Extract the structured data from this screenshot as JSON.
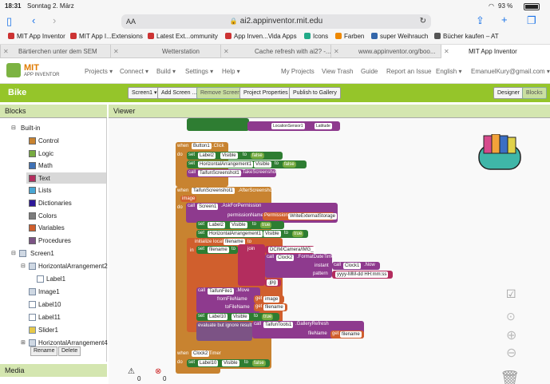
{
  "status": {
    "time": "18:31",
    "date": "Sonntag 2. März",
    "battery": "93 %"
  },
  "browser": {
    "url": "ai2.appinventor.mit.edu",
    "url_prefix_icon": "AA",
    "lock": "🔒"
  },
  "bookmarks": [
    "MIT App Inventor",
    "MIT App I...Extensions",
    "Latest Ext...ommunity",
    "App Inven...Vida Apps",
    "Icons",
    "Farben",
    "super Weihrauch",
    "Bücher kaufen – AT"
  ],
  "tabs": [
    "Bärtierchen unter dem SEM",
    "Wetterstation",
    "Cache refresh with ai2? -...",
    "www.appinventor.org/boo...",
    "MIT App Inventor"
  ],
  "logo": {
    "line1": "MIT",
    "line2": "APP INVENTOR"
  },
  "nav": {
    "projects": "Projects",
    "connect": "Connect",
    "build": "Build",
    "settings": "Settings",
    "help": "Help",
    "my_projects": "My Projects",
    "view_trash": "View Trash",
    "guide": "Guide",
    "report": "Report an Issue",
    "language": "English",
    "email": "EmanuelKury@gmail.com"
  },
  "project": {
    "name": "Bike",
    "screen_select": "Screen1 ▾",
    "add_screen": "Add Screen ...",
    "remove_screen": "Remove Screen",
    "properties": "Project Properties",
    "publish": "Publish to Gallery",
    "designer": "Designer",
    "blocks": "Blocks"
  },
  "panels": {
    "blocks": "Blocks",
    "viewer": "Viewer",
    "media": "Media"
  },
  "builtin": {
    "label": "Built-in",
    "items": [
      {
        "label": "Control",
        "color": "#c88330"
      },
      {
        "label": "Logic",
        "color": "#77ab41"
      },
      {
        "label": "Math",
        "color": "#3f71b5"
      },
      {
        "label": "Text",
        "color": "#b32d5e"
      },
      {
        "label": "Lists",
        "color": "#49a6d4"
      },
      {
        "label": "Dictionaries",
        "color": "#2d1799"
      },
      {
        "label": "Colors",
        "color": "#7d7d7d"
      },
      {
        "label": "Variables",
        "color": "#d05f2d"
      },
      {
        "label": "Procedures",
        "color": "#7c5385"
      }
    ]
  },
  "components": {
    "screen": "Screen1",
    "ha2": "HorizontalArrangement2",
    "label1": "Label1",
    "image1": "Image1",
    "label10": "Label10",
    "label11": "Label11",
    "slider1": "Slider1",
    "ha4": "HorizontalArrangement4",
    "rename": "Rename",
    "delete": "Delete"
  },
  "blocks_code": {
    "top": {
      "location_sensor": "LocationSensor1",
      "latitude": "Latitude"
    },
    "b1": {
      "when": "when",
      "comp": "Button1",
      "event": ".Click",
      "do": "do",
      "set": "set",
      "label2": "Label2",
      "visible": "Visible",
      "to": "to",
      "false1": "false",
      "ha1": "HorizontalArrangement1",
      "false2": "false",
      "call": "call",
      "taifun_ss": "TaifunScreenshot1",
      "take": ".TakeScreenshot"
    },
    "b2": {
      "when": "when",
      "comp": "TaifunScreenshot1",
      "event": ".AfterScreenshot",
      "param": "image",
      "do": "do",
      "call": "call",
      "screen": "Screen1",
      "ask": ".AskForPermission",
      "perm_name": "permissionName",
      "permission": "Permission",
      "write": "WriteExternalStorage",
      "set": "set",
      "label2": "Label2",
      "visible": "Visible",
      "to": "to",
      "true1": "true",
      "ha1": "HorizontalArrangement1",
      "true2": "true",
      "init_local": "initialize local",
      "filename": "filename",
      "in": "in",
      "join": "join",
      "dcim": "DCIM/Camera/IMG_",
      "clock2": "Clock2",
      "format": ".FormatDateTime",
      "instant": "instant",
      "clock1": "Clock1",
      "now": ".Now",
      "pattern": "pattern",
      "pattern_val": "yyyy-MM-dd HH:mm:ss",
      "jpg": ".jpg",
      "tfile": "TaifunFile1",
      "move": ".Move",
      "from": "fromFileName",
      "get": "get",
      "image": "image",
      "to_file": "toFileName",
      "label10": "Label10",
      "true3": "true",
      "evaluate": "evaluate but ignore result",
      "tools": "TaifunTools1",
      "gallery": ".GalleryRefresh",
      "fname": "fileName"
    },
    "b3": {
      "when": "when",
      "comp": "Clock2",
      "event": ".Timer",
      "do": "do",
      "set": "set",
      "label10": "Label10",
      "visible": "Visible",
      "to": "to",
      "false": "false"
    }
  },
  "warnings": {
    "warn": "0",
    "err": "0"
  }
}
